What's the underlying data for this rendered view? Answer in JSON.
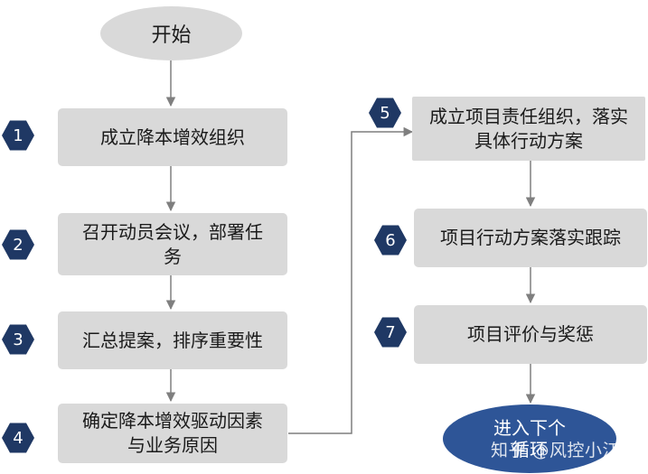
{
  "colors": {
    "box": "#d9d9d9",
    "badge": "#1f3864",
    "start": "#d9d9d9",
    "end": "#2e5597",
    "arrow": "#7f7f7f"
  },
  "start": {
    "label": "开始"
  },
  "steps": [
    {
      "num": "1",
      "label": "成立降本增效组织"
    },
    {
      "num": "2",
      "label": "召开动员会议，部署任务"
    },
    {
      "num": "3",
      "label": "汇总提案，排序重要性"
    },
    {
      "num": "4",
      "label": "确定降本增效驱动因素与业务原因"
    },
    {
      "num": "5",
      "label": "成立项目责任组织，落实具体行动方案"
    },
    {
      "num": "6",
      "label": "项目行动方案落实跟踪"
    },
    {
      "num": "7",
      "label": "项目评价与奖惩"
    }
  ],
  "end": {
    "label": "进入下个循环"
  },
  "watermark": "知乎 @风控小江"
}
